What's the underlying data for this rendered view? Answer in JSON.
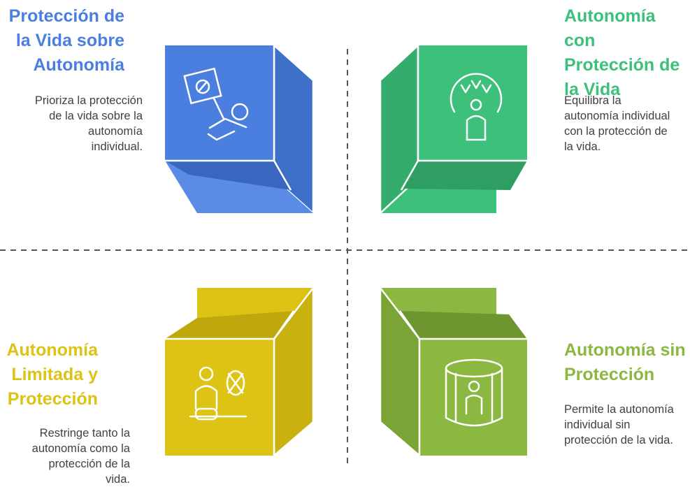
{
  "colors": {
    "blue": "#4a7fe0",
    "green": "#3cc07a",
    "yellow": "#dcc314",
    "olive": "#8ab840",
    "divider": "#555555",
    "text": "#3f3f46"
  },
  "quadrants": {
    "top_left": {
      "title_lines": [
        "Protección de",
        "la Vida sobre",
        "Autonomía"
      ],
      "desc_lines": [
        "Prioriza la protección",
        "de la vida sobre la",
        "autonomía",
        "individual."
      ],
      "icon": "no-sign-person-icon",
      "color": "#4a7fe0"
    },
    "top_right": {
      "title_lines": [
        "Autonomía con",
        "Protección de",
        "la Vida"
      ],
      "desc_lines": [
        "Equilibra la",
        "autonomía individual",
        "con la protección de",
        "la vida."
      ],
      "icon": "person-arrows-icon",
      "color": "#3cc07a"
    },
    "bottom_left": {
      "title_lines": [
        "Autonomía",
        "Limitada y",
        "Protección"
      ],
      "desc_lines": [
        "Restringe tanto la",
        "autonomía como la",
        "protección de la",
        "vida."
      ],
      "icon": "restricted-person-icon",
      "color": "#dcc314"
    },
    "bottom_right": {
      "title_lines": [
        "Autonomía sin",
        "Protección"
      ],
      "desc_lines": [
        "Permite la autonomía",
        "individual sin",
        "protección de la vida."
      ],
      "icon": "person-in-cylinder-icon",
      "color": "#8ab840"
    }
  }
}
